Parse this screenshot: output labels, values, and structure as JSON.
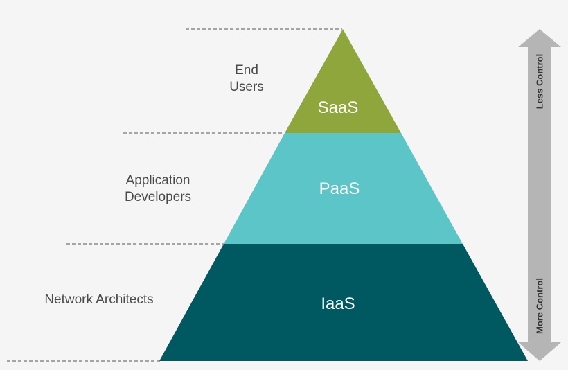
{
  "pyramid": {
    "layers": [
      {
        "name": "SaaS",
        "audience": "End\nUsers",
        "color": "#8ea63b"
      },
      {
        "name": "PaaS",
        "audience": "Application\nDevelopers",
        "color": "#5bc5c8"
      },
      {
        "name": "IaaS",
        "audience": "Network Architects",
        "color": "#005961"
      }
    ]
  },
  "control_arrow": {
    "top_label": "Less Control",
    "bottom_label": "More Control",
    "color": "#b5b5b5"
  },
  "colors": {
    "dashes": "#555555",
    "background": "#f5f5f5"
  }
}
